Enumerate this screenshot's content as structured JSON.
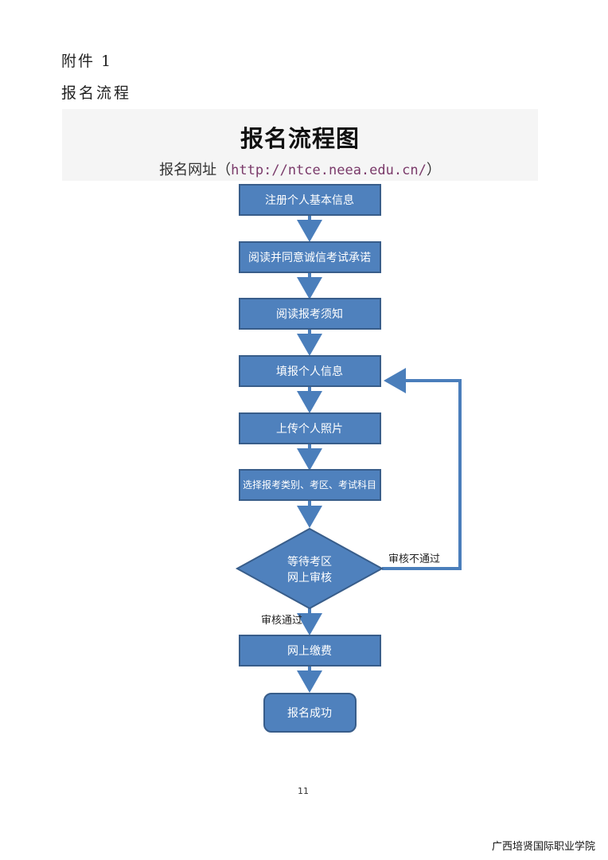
{
  "header": {
    "annex_label": "附件 1",
    "section_title": "报名流程"
  },
  "banner": {
    "title": "报名流程图",
    "url_prefix": "报名网址（",
    "url": "http://ntce.neea.edu.cn/",
    "url_suffix": "）"
  },
  "flow": {
    "steps": [
      "注册个人基本信息",
      "阅读并同意诚信考试承诺",
      "阅读报考须知",
      "填报个人信息",
      "上传个人照片",
      "选择报考类别、考区、考试科目"
    ],
    "decision": [
      "等待考区",
      "网上审核"
    ],
    "fail_label": "审核不通过",
    "pass_label": "审核通过",
    "payment": "网上缴费",
    "end": "报名成功",
    "colors": {
      "box_fill": "#4f81bd",
      "box_stroke": "#385d8a",
      "arrow": "#4a7ebb"
    }
  },
  "page_number": "11",
  "footer": "广西培贤国际职业学院"
}
